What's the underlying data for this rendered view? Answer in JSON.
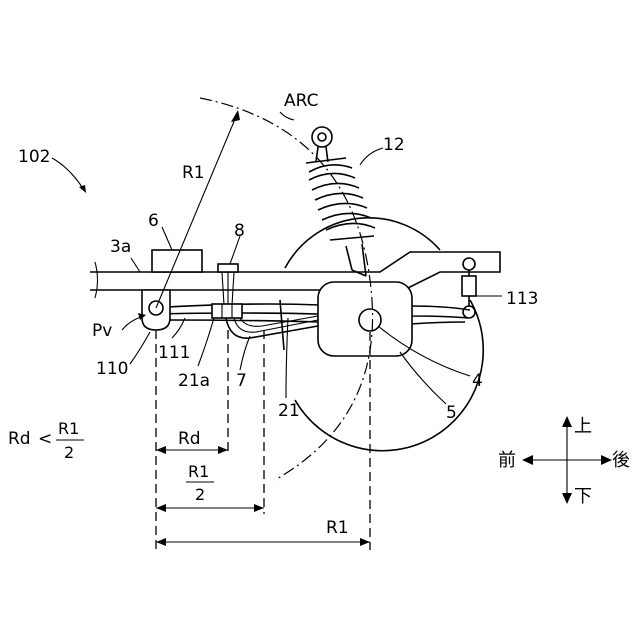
{
  "labels": {
    "fig_ref": "102",
    "arc": "ARC",
    "radius": "R1",
    "shock": "12",
    "part6": "6",
    "part8": "8",
    "frame": "3a",
    "pivot": "Pv",
    "part110": "110",
    "part111": "111",
    "part21a": "21a",
    "part7": "7",
    "part21": "21",
    "part4": "4",
    "part5": "5",
    "part113": "113"
  },
  "dimensions": {
    "rd": "Rd",
    "half_num": "R1",
    "half_den": "2",
    "full": "R1"
  },
  "condition": {
    "lhs": "Rd",
    "op": "<",
    "num": "R1",
    "den": "2"
  },
  "directions": {
    "up": "上",
    "down": "下",
    "front": "前",
    "rear": "後"
  }
}
